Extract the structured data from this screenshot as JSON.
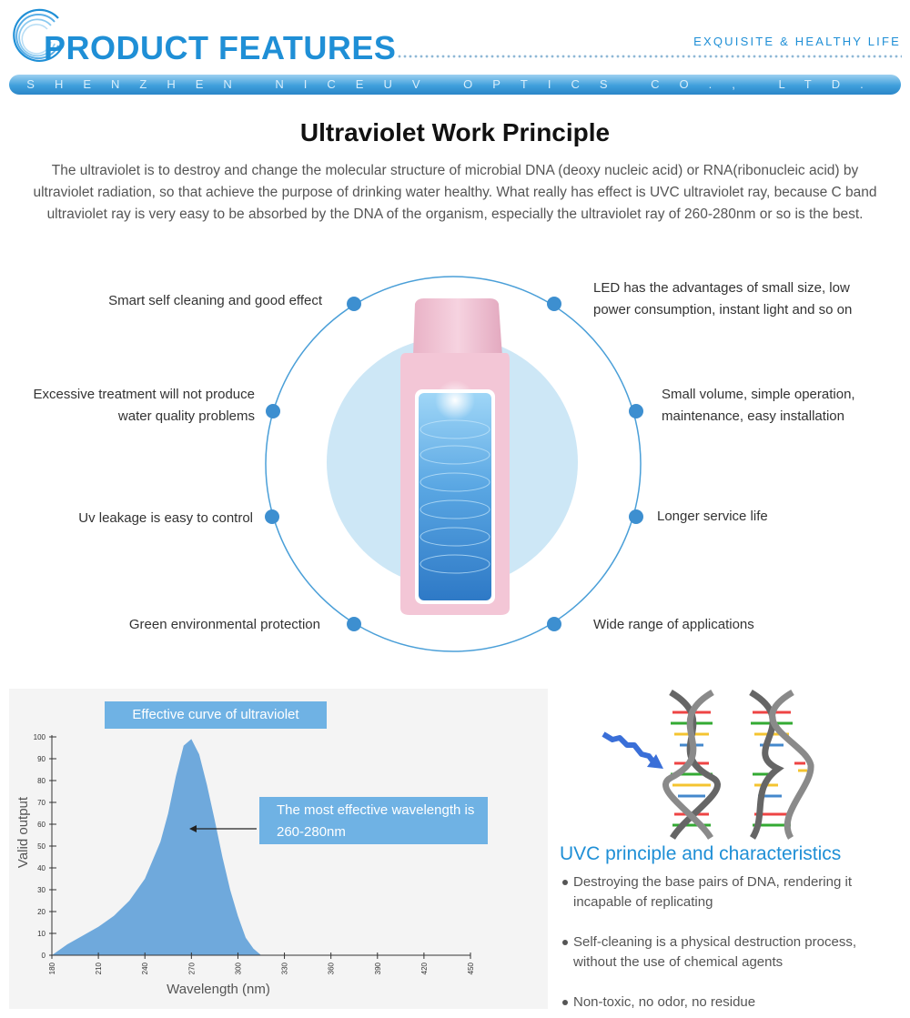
{
  "header": {
    "title": "PRODUCT FEATURES",
    "tagline": "EXQUISITE & HEALTHY LIFE",
    "company": "SHENZHEN NICEUV OPTICS CO., LTD."
  },
  "principle": {
    "title": "Ultraviolet Work Principle",
    "body": "The ultraviolet is to destroy and change the molecular structure of microbial DNA (deoxy nucleic acid) or RNA(ribonucleic acid) by ultraviolet radiation, so that achieve the purpose of drinking water healthy. What really has effect is UVC ultraviolet ray, because C band ultraviolet ray is very easy to be absorbed by the DNA of the organism, especially the ultraviolet ray of 260-280nm or so is the best."
  },
  "features": {
    "left": [
      {
        "line1": "Smart self cleaning and good effect",
        "line2": ""
      },
      {
        "line1": "Excessive treatment will not produce",
        "line2": "water quality problems"
      },
      {
        "line1": "Uv leakage is easy to control",
        "line2": ""
      },
      {
        "line1": "Green environmental protection",
        "line2": ""
      }
    ],
    "right": [
      {
        "line1": "LED has the advantages of small size, low",
        "line2": "power consumption, instant light and so on"
      },
      {
        "line1": "Small volume, simple operation,",
        "line2": "maintenance, easy installation"
      },
      {
        "line1": "Longer service life",
        "line2": ""
      },
      {
        "line1": "Wide range of applications",
        "line2": ""
      }
    ]
  },
  "colors": {
    "accent": "#1f8fd6",
    "ring": "#4a9fd8",
    "dot": "#3d8fd0",
    "device_body": "#f3c6d6",
    "halo": "#cde7f6",
    "curve_fill": "#6fa9dc"
  },
  "chart_data": {
    "type": "area",
    "title": "Effective curve of ultraviolet",
    "xlabel": "Wavelength (nm)",
    "ylabel": "Valid output",
    "xlim": [
      180,
      450
    ],
    "ylim": [
      0,
      100
    ],
    "x_ticks": [
      180,
      210,
      240,
      270,
      300,
      330,
      360,
      390,
      420,
      450
    ],
    "y_ticks": [
      0,
      10,
      20,
      30,
      40,
      50,
      60,
      70,
      80,
      90,
      100
    ],
    "series": [
      {
        "x": [
          180,
          190,
          200,
          210,
          220,
          230,
          240,
          250,
          255,
          260,
          265,
          270,
          275,
          280,
          285,
          290,
          295,
          300,
          305,
          310,
          315
        ],
        "y": [
          0,
          5,
          9,
          13,
          18,
          25,
          35,
          52,
          65,
          82,
          96,
          99,
          92,
          78,
          62,
          45,
          30,
          18,
          8,
          3,
          0
        ]
      }
    ],
    "annotation": "The most effective wavelength is 260-280nm"
  },
  "uvc": {
    "title": "UVC principle and characteristics",
    "bullets": [
      {
        "line1": "Destroying the base pairs of DNA, rendering it",
        "line2": "incapable of replicating"
      },
      {
        "line1": "Self-cleaning is a physical destruction process,",
        "line2": "without the use of chemical agents"
      },
      {
        "line1": "Non-toxic, no odor, no residue",
        "line2": ""
      }
    ]
  }
}
